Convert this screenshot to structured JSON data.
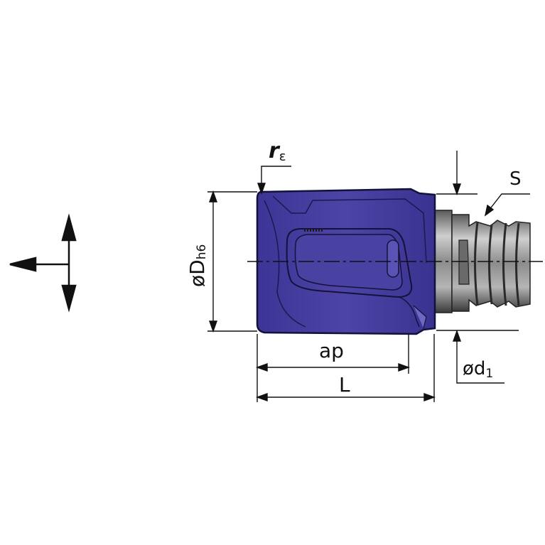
{
  "labels": {
    "corner_radius": "r",
    "corner_radius_sub": "ε",
    "diameter": "øD",
    "diameter_sub": "h6",
    "thread": "S",
    "cut_depth": "ap",
    "length": "L",
    "shank_diameter": "ød",
    "shank_diameter_sub": "1"
  },
  "colors": {
    "insert_fill": "#4a41a0",
    "insert_outline": "#14123a",
    "insert_edge": "#2a2470",
    "shank_light": "#bfbfbf",
    "shank_dark": "#3c3c3c",
    "line": "#111111"
  },
  "icons": {
    "direction": "feed-direction-arrows-icon"
  }
}
